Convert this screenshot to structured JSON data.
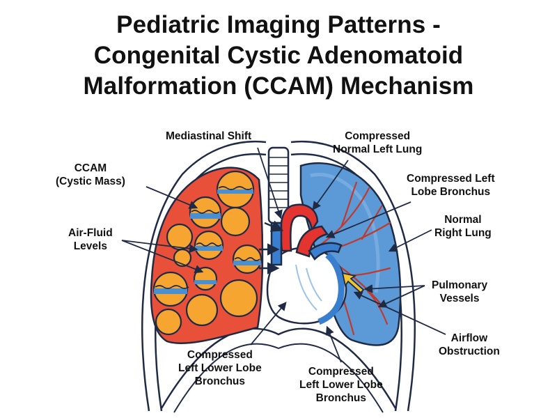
{
  "title": {
    "line1": "Pediatric Imaging Patterns -",
    "line2": "Congenital Cystic Adenomatoid",
    "line3": "Malformation (CCAM) Mechanism"
  },
  "labels": {
    "mediastinal_shift": "Mediastinal Shift",
    "compressed_normal_left_lung": [
      "Compressed",
      "Normal Left Lung"
    ],
    "ccam": [
      "CCAM",
      "(Cystic Mass)"
    ],
    "compressed_left_lobe_bronchus": [
      "Compressed Left",
      "Lobe Bronchus"
    ],
    "normal_right_lung": [
      "Normal",
      "Right Lung"
    ],
    "air_fluid_levels": [
      "Air-Fluid",
      "Levels"
    ],
    "pulmonary_vessels": [
      "Pulmonary",
      "Vessels"
    ],
    "airflow_obstruction": [
      "Airflow",
      "Obstruction"
    ],
    "compressed_left_lower_lobe_bronchus_1": [
      "Compressed",
      "Left Lower Lobe",
      "Bronchus"
    ],
    "compressed_left_lower_lobe_bronchus_2": [
      "Compressed",
      "Left Lower Lobe",
      "Bronchus"
    ]
  },
  "colors": {
    "ccam_lung": "#e8503a",
    "cyst_fill": "#f7a531",
    "fluid": "#4a90d0",
    "normal_lung": "#5b9ad6",
    "heart_red": "#e3342f",
    "heart_blue": "#3a7fcf",
    "outline": "#1f2a44"
  }
}
